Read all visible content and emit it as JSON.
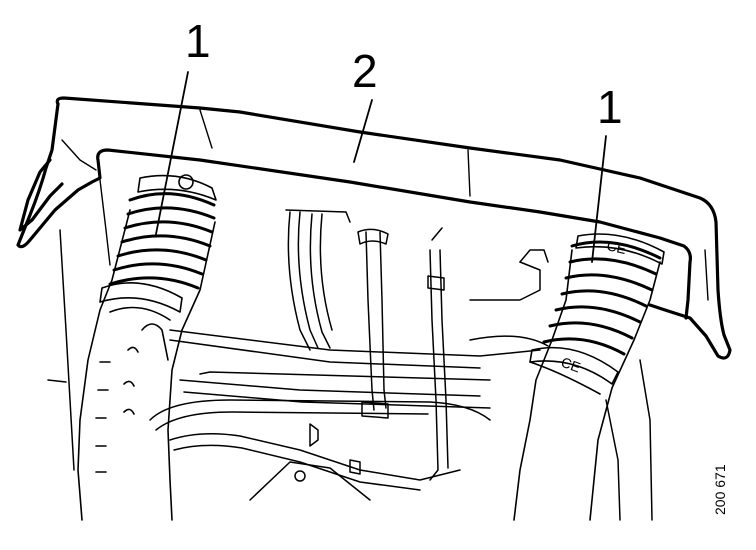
{
  "callouts": {
    "hose_left": "1",
    "panel": "2",
    "hose_right": "1"
  },
  "figure_id": "200 671",
  "colors": {
    "ink": "#000000",
    "paper": "#ffffff"
  }
}
